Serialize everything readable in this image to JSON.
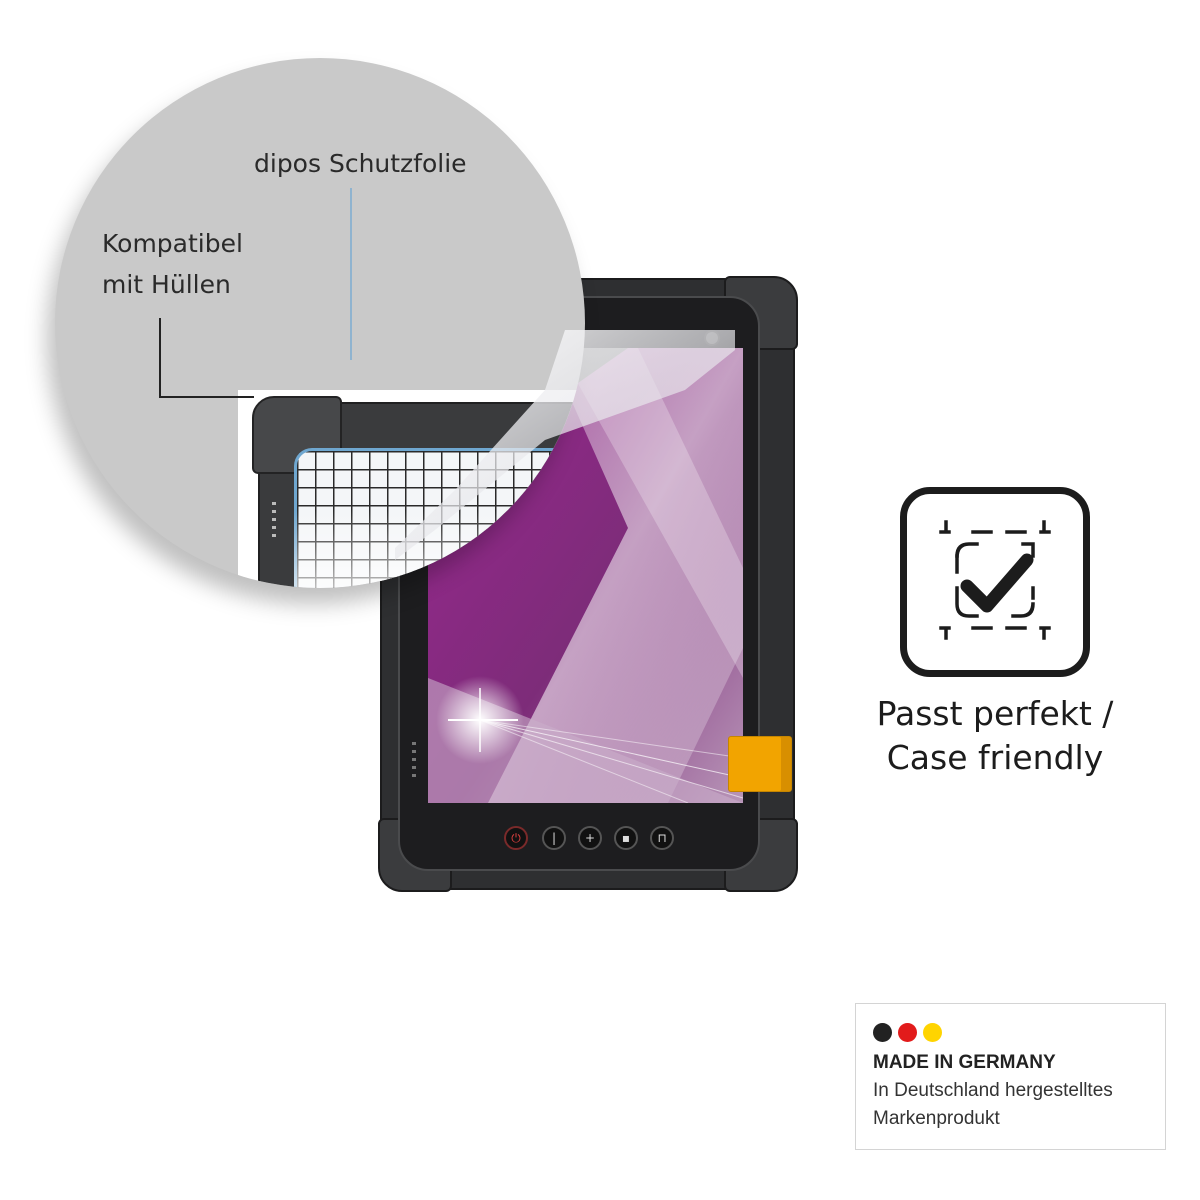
{
  "magnifier": {
    "label_protector": "dipos Schutzfolie",
    "label_case_line1": "Kompatibel",
    "label_case_line2": "mit Hüllen"
  },
  "feature": {
    "icon": "case-friendly-check-icon",
    "caption_line1": "Passt perfekt /",
    "caption_line2": "Case friendly"
  },
  "badge": {
    "flag_colors": [
      "#222222",
      "#e21b1b",
      "#ffd400"
    ],
    "title": "MADE IN GERMANY",
    "text_line1": "In Deutschland hergestelltes",
    "text_line2": "Markenprodukt"
  },
  "colors": {
    "screen_accent": "#8e1e86",
    "orange_tab": "#f2a400",
    "protector_edge": "#6fa7d0"
  }
}
